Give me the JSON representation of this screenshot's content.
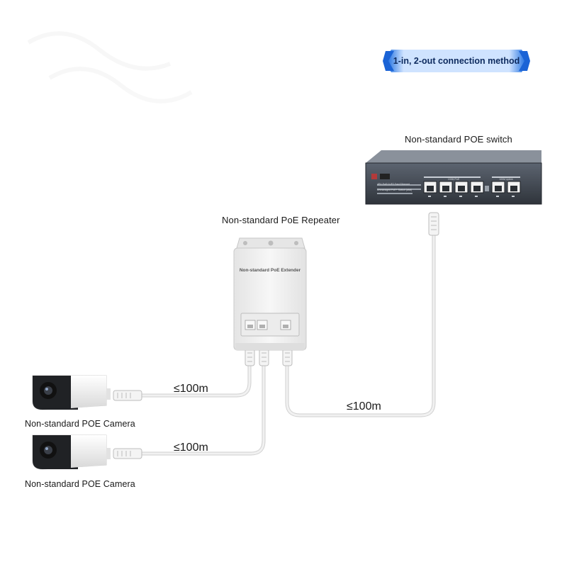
{
  "banner": {
    "text": "1-in, 2-out connection method",
    "color": "#2f7de1"
  },
  "switch": {
    "title": "Non-standard POE switch",
    "front_line1": "4PX PoE/1UP2 Fast Ethernet",
    "front_line2": "Unmanaged PoE+ Switch (afat)",
    "poe_group_label": "100M PoE",
    "uplink_group_label": "100M Uplink"
  },
  "repeater": {
    "title": "Non-standard PoE Repeater",
    "device_label": "Non-standard PoE Extender"
  },
  "cameras": [
    {
      "label": "Non-standard POE Camera"
    },
    {
      "label": "Non-standard POE Camera"
    }
  ],
  "distances": {
    "camera1": "≤100m",
    "camera2": "≤100m",
    "switch_link": "≤100m"
  },
  "colors": {
    "cable": "#e9e9e9",
    "switch_body": "#4b5563",
    "device_body": "#f3f3f3"
  }
}
